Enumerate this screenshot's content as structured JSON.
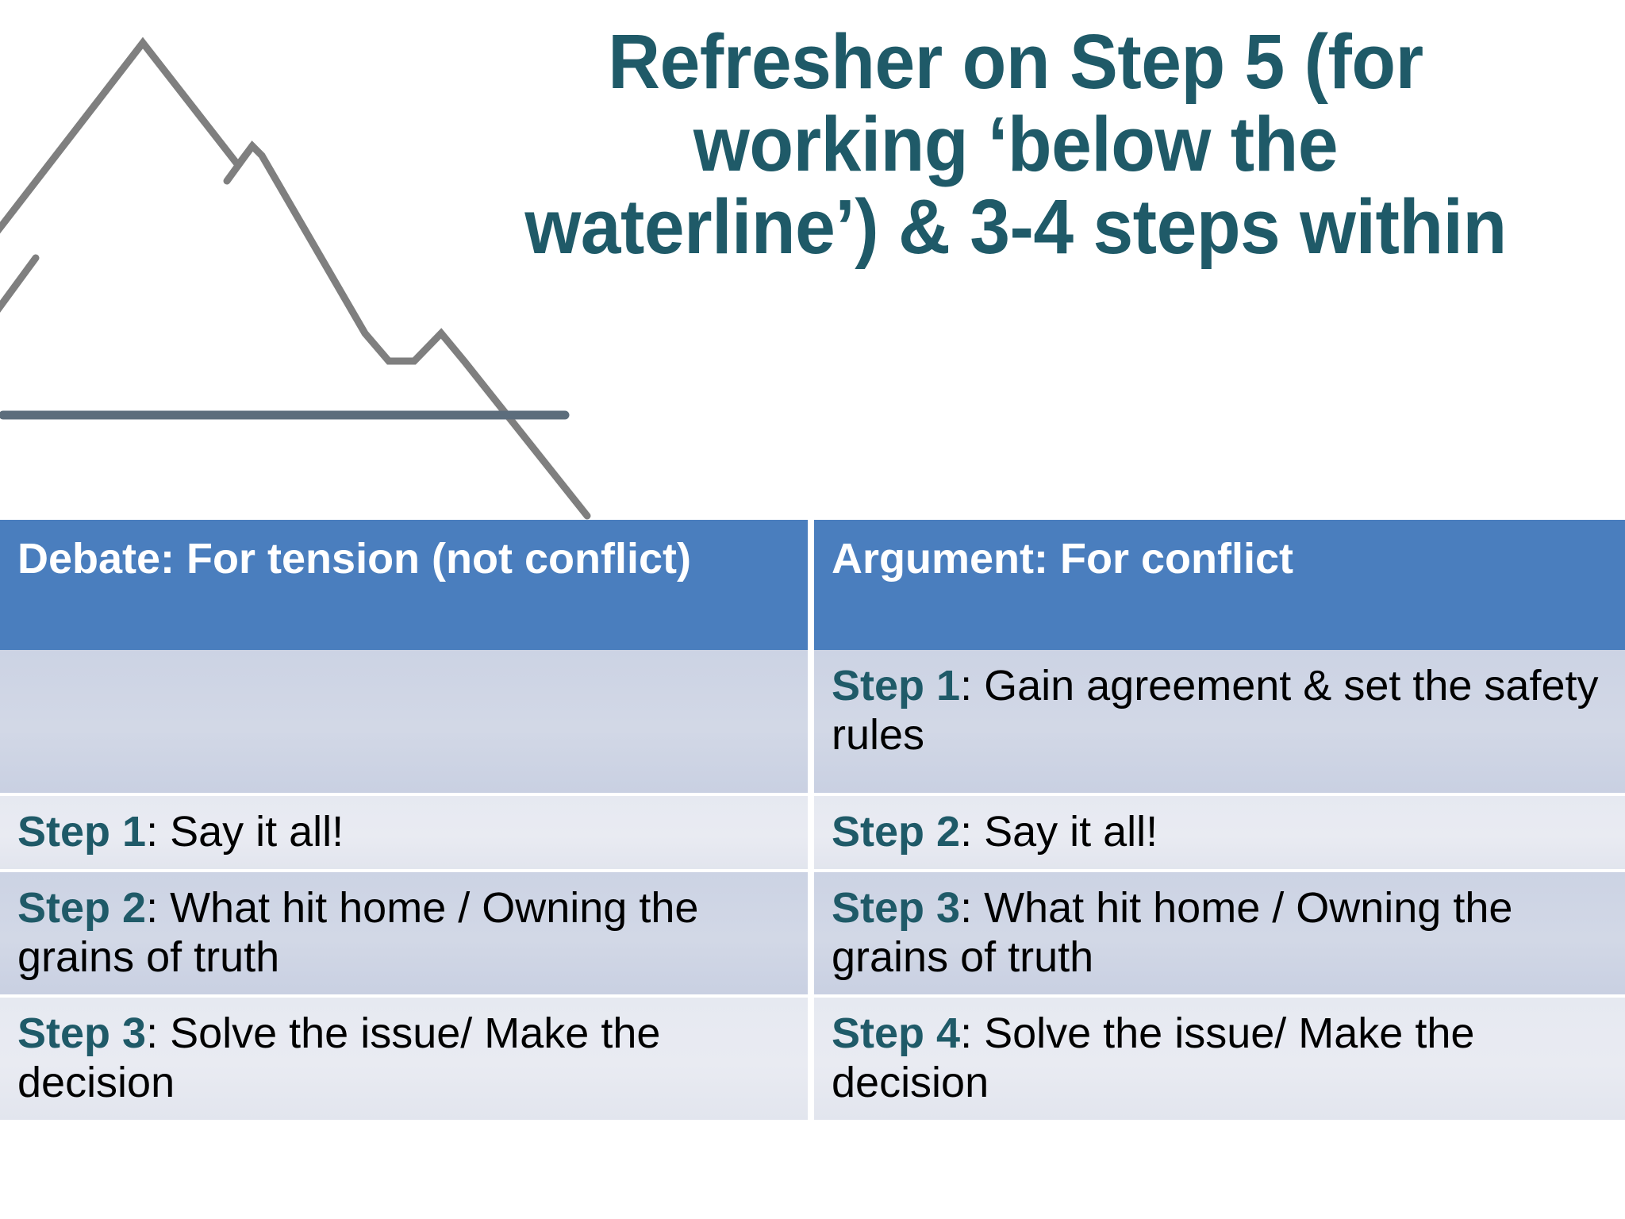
{
  "slide": {
    "title": "Refresher on Step 5 (for working ‘below the waterline’) & 3-4 steps within",
    "title_color": "#1f5a68"
  },
  "graphic": {
    "name": "mountain-waterline-diagram",
    "outline_color": "#7f7f7f",
    "waterline_color": "#5c6d7c"
  },
  "table": {
    "header_bg": "#4a7ebe",
    "header_text_color": "#ffffff",
    "row_dark_bg": "#ccd3e4",
    "row_light_bg": "#e6e9f1",
    "step_label_color": "#1f5a68",
    "headers": [
      "Debate: For tension (not conflict)",
      "Argument: For conflict"
    ],
    "rows": [
      {
        "left": {
          "label": "",
          "text": ""
        },
        "right": {
          "label": "Step 1",
          "text": ":  Gain agreement & set the safety rules"
        }
      },
      {
        "left": {
          "label": "Step 1",
          "text": ": Say it all!"
        },
        "right": {
          "label": "Step 2",
          "text": ": Say it all!"
        }
      },
      {
        "left": {
          "label": "Step 2",
          "text": ": What hit home / Owning the grains of truth"
        },
        "right": {
          "label": "Step 3",
          "text": ": What hit home / Owning the grains of truth"
        }
      },
      {
        "left": {
          "label": "Step 3",
          "text": ": Solve the issue/ Make the decision"
        },
        "right": {
          "label": "Step 4",
          "text": ": Solve the issue/ Make the decision"
        }
      }
    ]
  }
}
